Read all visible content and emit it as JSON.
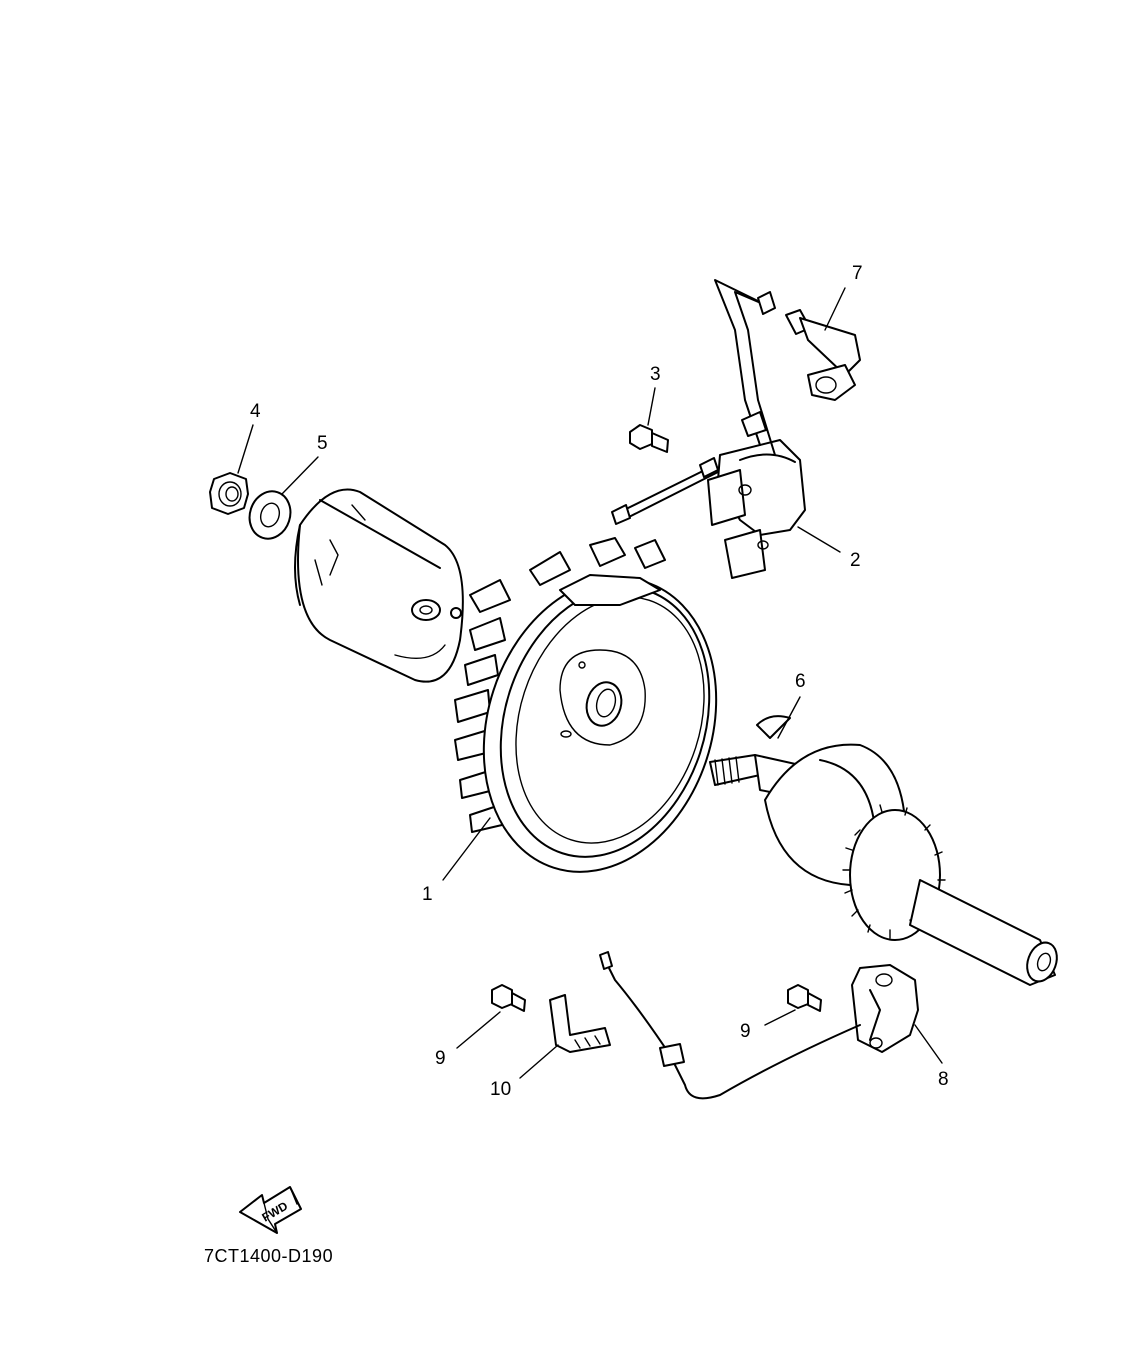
{
  "diagram": {
    "callouts": [
      "1",
      "2",
      "3",
      "4",
      "5",
      "6",
      "7",
      "8",
      "9",
      "9",
      "10"
    ],
    "fwd_label": "FWD",
    "diagram_code": "7CT1400-D190"
  },
  "icons": {
    "fwd_arrow": "fwd-arrow-icon"
  }
}
